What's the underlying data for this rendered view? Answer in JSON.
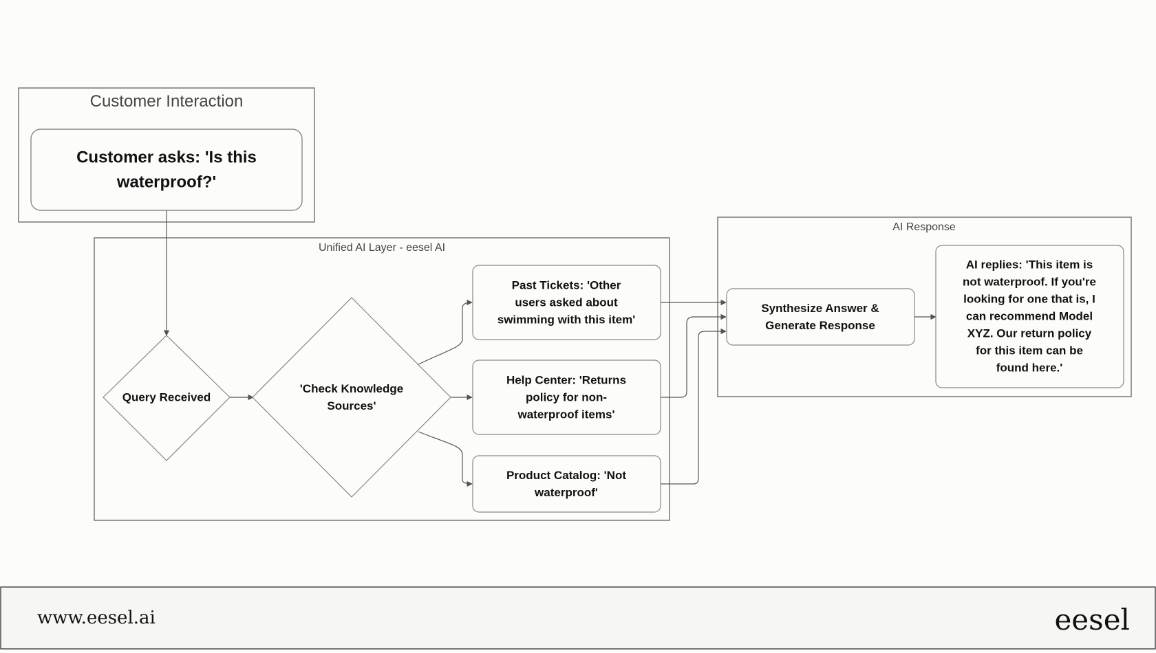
{
  "groups": {
    "customer": "Customer Interaction",
    "unified": "Unified AI Layer - eesel AI",
    "response": "AI Response"
  },
  "nodes": {
    "customer_ask": [
      "Customer asks: 'Is this",
      "waterproof?'"
    ],
    "query": [
      "Query Received"
    ],
    "check": [
      "'Check Knowledge",
      "Sources'"
    ],
    "tickets": [
      "Past Tickets: 'Other",
      "users asked about",
      "swimming with this item'"
    ],
    "help": [
      "Help Center: 'Returns",
      "policy for non-",
      "waterproof items'"
    ],
    "catalog": [
      "Product Catalog: 'Not",
      "waterproof'"
    ],
    "synth": [
      "Synthesize Answer &",
      "Generate Response"
    ],
    "reply": [
      "AI replies: 'This item is",
      "not waterproof. If you're",
      "looking for one that is, I",
      "can recommend Model",
      "XYZ. Our return policy",
      "for this item can be",
      "found here.'"
    ]
  },
  "footer": {
    "url": "www.eesel.ai",
    "brand": "eesel"
  }
}
